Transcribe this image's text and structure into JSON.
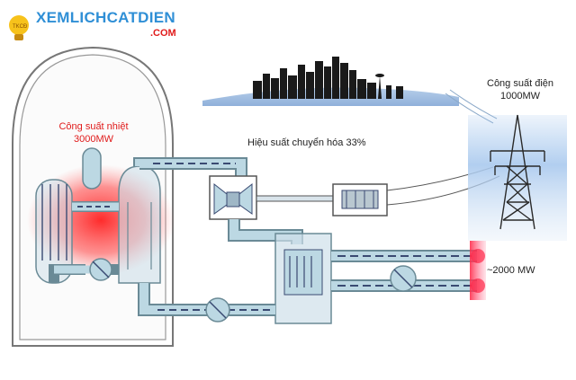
{
  "logo": {
    "name": "XEMLICHCATDIEN",
    "domain": ".COM"
  },
  "labels": {
    "thermal_power_title": "Công suất nhiệt",
    "thermal_power_value": "3000MW",
    "efficiency": "Hiệu suất chuyển hóa 33%",
    "electric_power_title": "Công suất điện",
    "electric_power_value": "1000MW",
    "waste_heat": "~2000 MW"
  },
  "colors": {
    "pipe_fill": "#bcd8e3",
    "pipe_stroke": "#6a8a96",
    "flow_arrow": "#3a4a72",
    "heat": "#ff2a2a",
    "sky": "#a9c9ee",
    "logo_blue": "#2f8fd6",
    "logo_red": "#e01b1b"
  }
}
